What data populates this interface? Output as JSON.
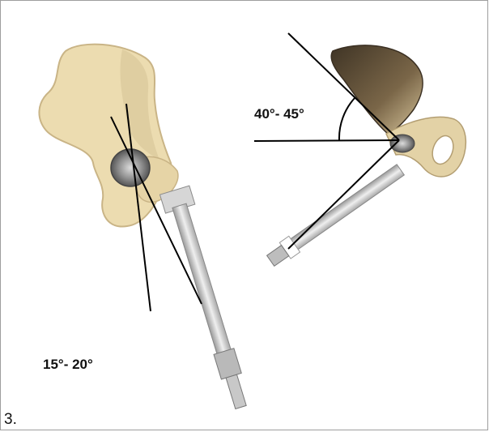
{
  "figure": {
    "anteversion_angle_label": "40°- 45°",
    "inclination_angle_label": "15°- 20°",
    "step_number": "3."
  },
  "colors": {
    "bone_light": "#ecdcb0",
    "bone_shadow": "#c9b486",
    "bone_dark": "#5a4a35",
    "instrument": "#c9c9c9",
    "line": "#000000"
  }
}
